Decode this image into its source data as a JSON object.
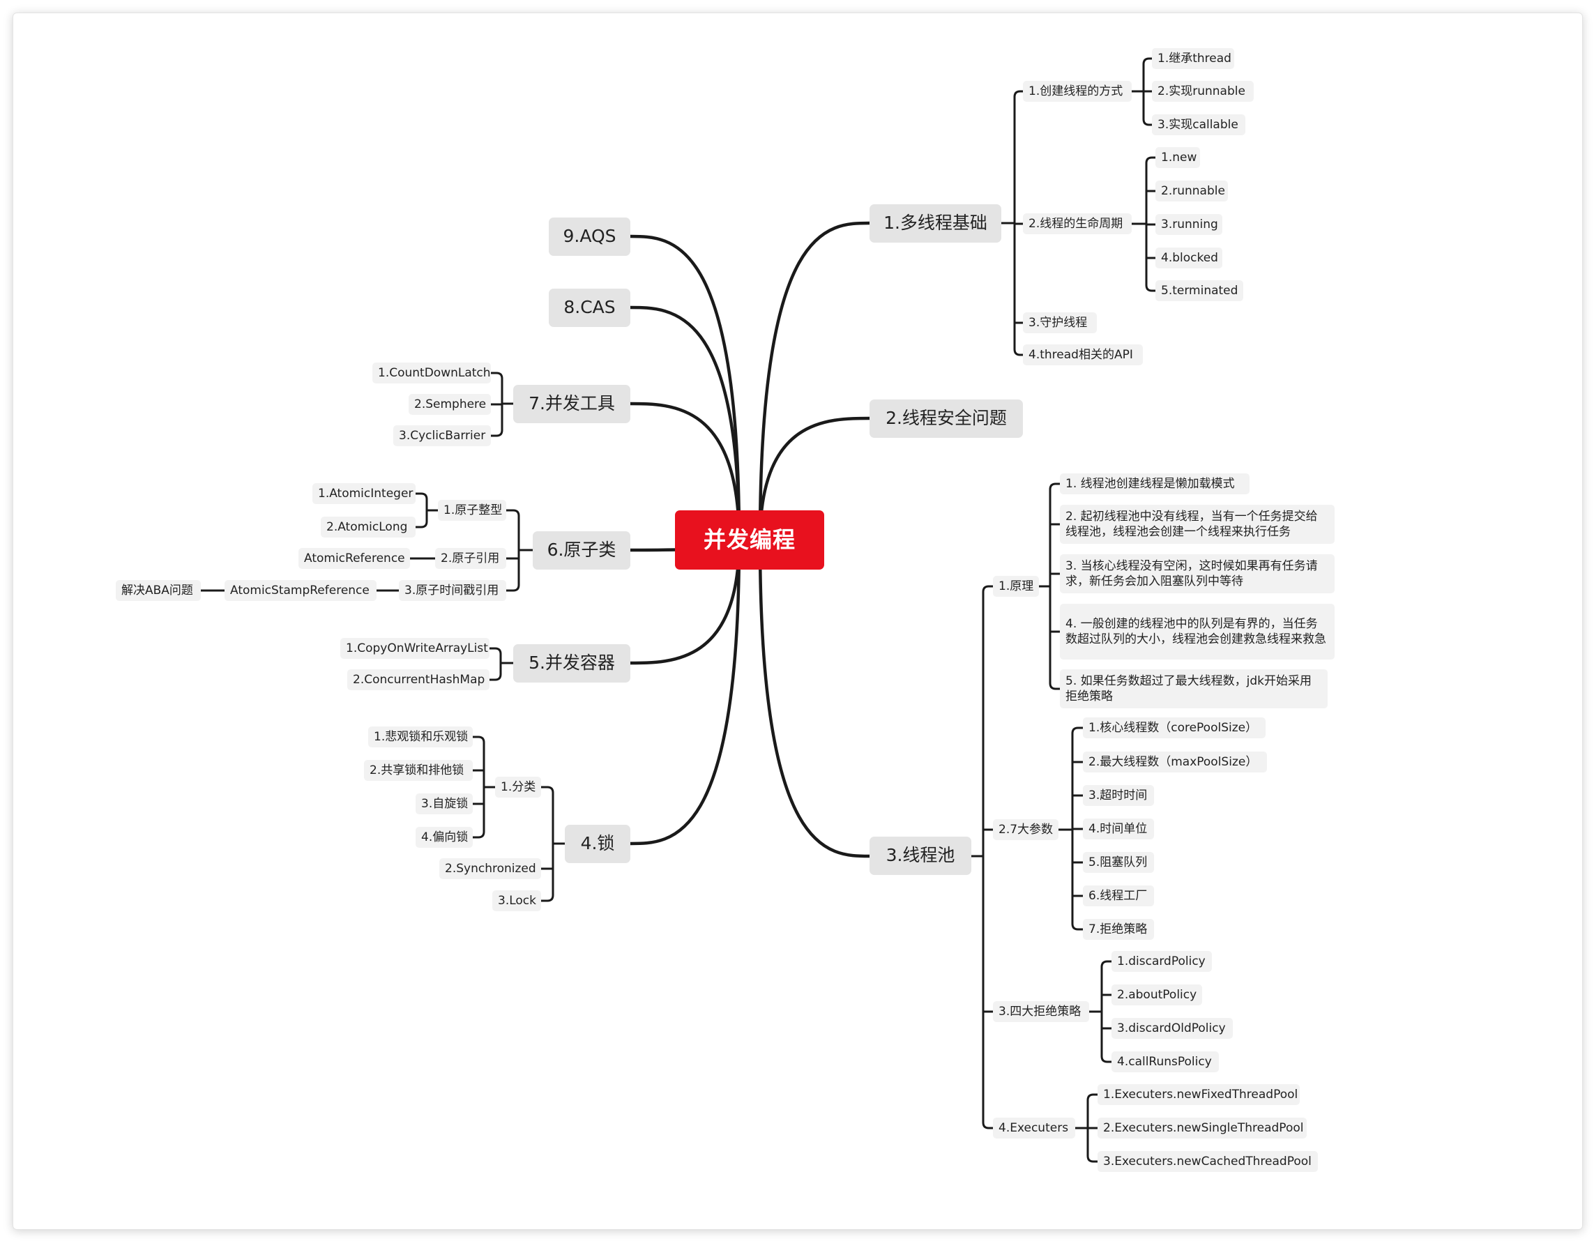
{
  "mindmap": {
    "root": "并发编程",
    "colors": {
      "root": "#e8111e",
      "branch_bg": "#e4e4e4",
      "leaf_bg": "#f2f2f2",
      "line": "#1a1a1a"
    },
    "b1": {
      "label": "1.多线程基础",
      "a": {
        "label": "1.创建线程的方式",
        "items": [
          "1.继承thread",
          "2.实现runnable",
          "3.实现callable"
        ]
      },
      "b": {
        "label": "2.线程的生命周期",
        "items": [
          "1.new",
          "2.runnable",
          "3.running",
          "4.blocked",
          "5.terminated"
        ]
      },
      "c": "3.守护线程",
      "d": "4.thread相关的API"
    },
    "b2": {
      "label": "2.线程安全问题"
    },
    "b3": {
      "label": "3.线程池",
      "a": {
        "label": "1.原理",
        "items": [
          "1. 线程池创建线程是懒加载模式",
          "2. 起初线程池中没有线程，当有一个任务提交给线程池，线程池会创建一个线程来执行任务",
          "3. 当核心线程没有空闲，这时候如果再有任务请求，新任务会加入阻塞队列中等待",
          "4. 一般创建的线程池中的队列是有界的，当任务数超过队列的大小，线程池会创建救急线程来救急",
          "5. 如果任务数超过了最大线程数，jdk开始采用拒绝策略"
        ]
      },
      "b": {
        "label": "2.7大参数",
        "items": [
          "1.核心线程数（corePoolSize）",
          "2.最大线程数（maxPoolSize）",
          "3.超时时间",
          "4.时间单位",
          "5.阻塞队列",
          "6.线程工厂",
          "7.拒绝策略"
        ]
      },
      "c": {
        "label": "3.四大拒绝策略",
        "items": [
          "1.discardPolicy",
          "2.aboutPolicy",
          "3.discardOldPolicy",
          "4.callRunsPolicy"
        ]
      },
      "d": {
        "label": "4.Executers",
        "items": [
          "1.Executers.newFixedThreadPool",
          "2.Executers.newSingleThreadPool",
          "3.Executers.newCachedThreadPool"
        ]
      }
    },
    "b4": {
      "label": "4.锁",
      "a": {
        "label": "1.分类",
        "items": [
          "1.悲观锁和乐观锁",
          "2.共享锁和排他锁",
          "3.自旋锁",
          "4.偏向锁"
        ]
      },
      "b": "2.Synchronized",
      "c": "3.Lock"
    },
    "b5": {
      "label": "5.并发容器",
      "items": [
        "1.CopyOnWriteArrayList",
        "2.ConcurrentHashMap"
      ]
    },
    "b6": {
      "label": "6.原子类",
      "a": {
        "label": "1.原子整型",
        "items": [
          "1.AtomicInteger",
          "2.AtomicLong"
        ]
      },
      "b": {
        "label": "2.原子引用",
        "items": [
          "AtomicReference"
        ]
      },
      "c": {
        "label": "3.原子时间戳引用",
        "item": "AtomicStampReference",
        "note": "解决ABA问题"
      }
    },
    "b7": {
      "label": "7.并发工具",
      "items": [
        "1.CountDownLatch",
        "2.Semphere",
        "3.CyclicBarrier"
      ]
    },
    "b8": {
      "label": "8.CAS"
    },
    "b9": {
      "label": "9.AQS"
    }
  }
}
